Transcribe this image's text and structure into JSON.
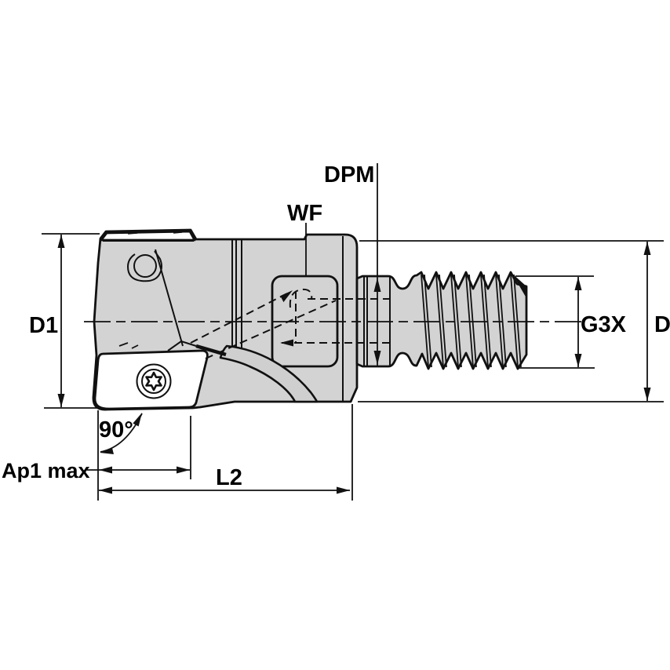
{
  "drawing": {
    "type": "technical-drawing-milling-cutter",
    "labels": {
      "dpm": "DPM",
      "wf": "WF",
      "d1": "D1",
      "g3x": "G3X",
      "d": "D",
      "angle": "90°",
      "ap1": "Ap1 max",
      "l2": "L2"
    },
    "colors": {
      "body_fill": "#d3d3d3",
      "flute_fill": "#cfcfcf",
      "insert_fill": "#ffffff",
      "line": "#111111",
      "background": "#ffffff"
    }
  }
}
